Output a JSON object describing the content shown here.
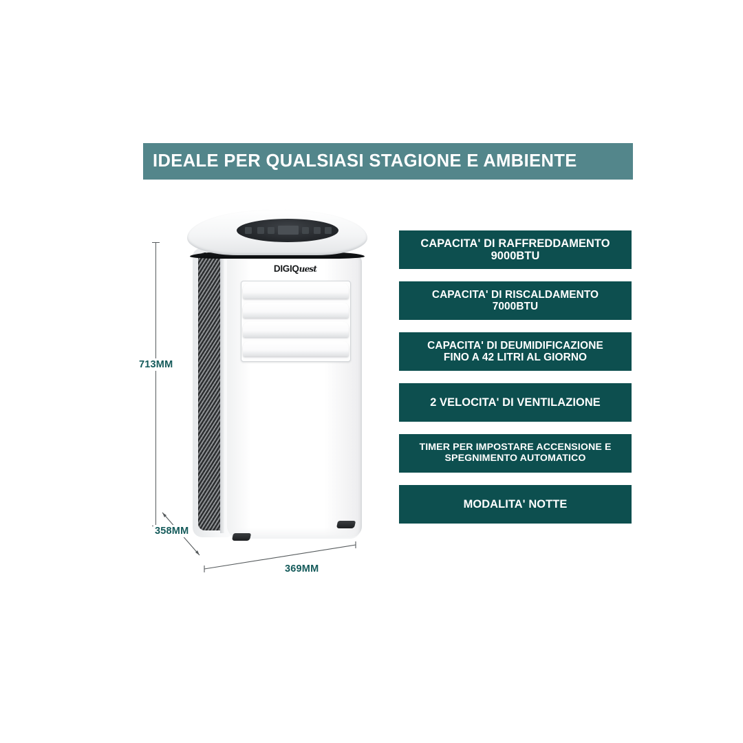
{
  "header": {
    "title": "IDEALE PER QUALSIASI STAGIONE E AMBIENTE",
    "background_color": "#53868B",
    "text_color": "#FFFFFF"
  },
  "features": {
    "box_color": "#0D4F4F",
    "text_color": "#FFFFFF",
    "items": [
      {
        "line1": "CAPACITA' DI RAFFREDDAMENTO",
        "line2": "9000BTU"
      },
      {
        "line1": "CAPACITA' DI RISCALDAMENTO",
        "line2": "7000BTU"
      },
      {
        "line1": "CAPACITA' DI DEUMIDIFICAZIONE",
        "line2": "FINO A 42 LITRI AL GIORNO"
      },
      {
        "line1": "2 VELOCITA' DI VENTILAZIONE",
        "line2": ""
      },
      {
        "line1": "TIMER PER IMPOSTARE ACCENSIONE E",
        "line2": "SPEGNIMENTO AUTOMATICO"
      },
      {
        "line1": "MODALITA' NOTTE",
        "line2": ""
      }
    ]
  },
  "dimensions": {
    "label_color": "#145A5A",
    "height": "713MM",
    "depth": "358MM",
    "width": "369MM"
  },
  "product": {
    "brand_prefix": "DIGIQ",
    "brand_suffix": "uest"
  }
}
